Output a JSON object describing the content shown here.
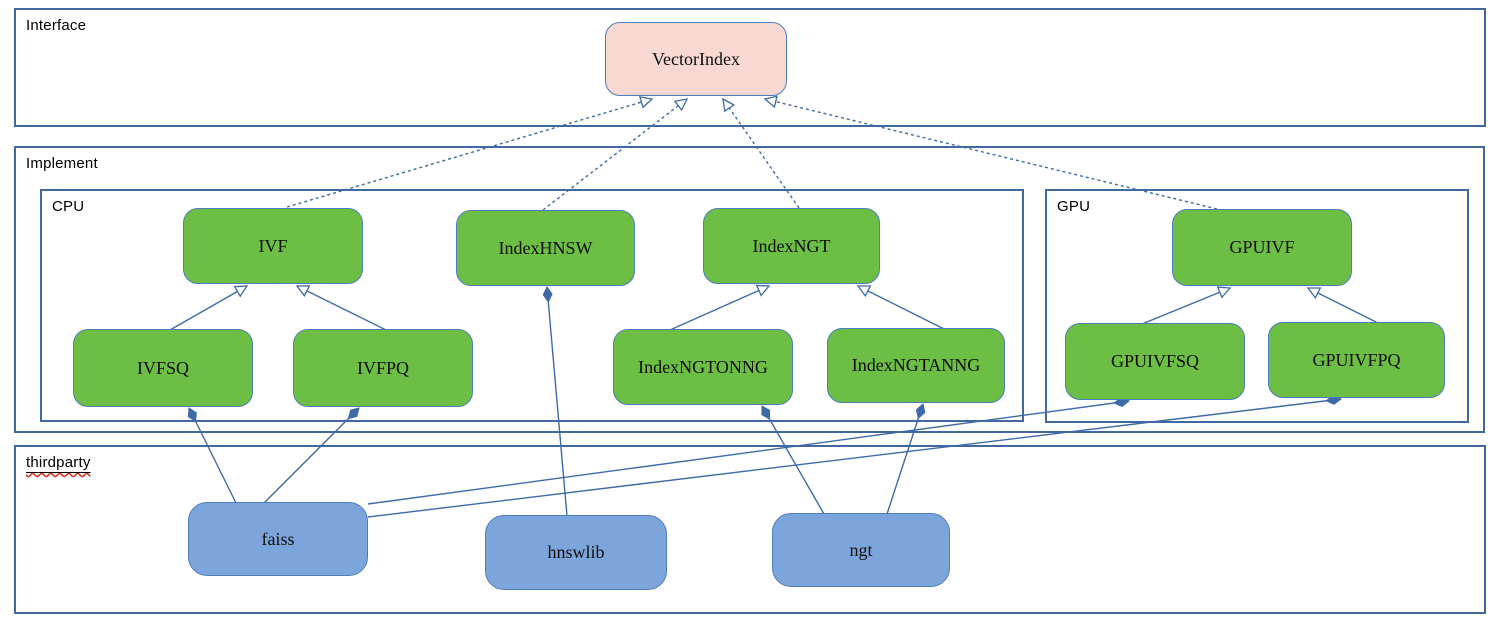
{
  "diagram": {
    "containers": {
      "interface": "Interface",
      "implement": "Implement",
      "cpu": "CPU",
      "gpu": "GPU",
      "thirdparty": "thirdparty"
    },
    "nodes": {
      "vectorindex": "VectorIndex",
      "ivf": "IVF",
      "indexhnsw": "IndexHNSW",
      "indexngt": "IndexNGT",
      "gpuivf": "GPUIVF",
      "ivfsq": "IVFSQ",
      "ivfpq": "IVFPQ",
      "indexngtonng": "IndexNGTONNG",
      "indexngtanng": "IndexNGTANNG",
      "gpuivfsq": "GPUIVFSQ",
      "gpuivfpq": "GPUIVFPQ",
      "faiss": "faiss",
      "hnswlib": "hnswlib",
      "ngt": "ngt"
    },
    "edges": [
      {
        "from": "ivf",
        "to": "vectorindex",
        "type": "realization-dashed-hollow-arrow"
      },
      {
        "from": "indexhnsw",
        "to": "vectorindex",
        "type": "realization-dashed-hollow-arrow"
      },
      {
        "from": "indexngt",
        "to": "vectorindex",
        "type": "realization-dashed-hollow-arrow"
      },
      {
        "from": "gpuivf",
        "to": "vectorindex",
        "type": "realization-dashed-hollow-arrow"
      },
      {
        "from": "ivfsq",
        "to": "ivf",
        "type": "generalization-hollow-arrow"
      },
      {
        "from": "ivfpq",
        "to": "ivf",
        "type": "generalization-hollow-arrow"
      },
      {
        "from": "indexngtonng",
        "to": "indexngt",
        "type": "generalization-hollow-arrow"
      },
      {
        "from": "indexngtanng",
        "to": "indexngt",
        "type": "generalization-hollow-arrow"
      },
      {
        "from": "gpuivfsq",
        "to": "gpuivf",
        "type": "generalization-hollow-arrow"
      },
      {
        "from": "gpuivfpq",
        "to": "gpuivf",
        "type": "generalization-hollow-arrow"
      },
      {
        "from": "ivfsq",
        "to": "faiss",
        "type": "composition-filled-diamond"
      },
      {
        "from": "ivfpq",
        "to": "faiss",
        "type": "composition-filled-diamond"
      },
      {
        "from": "indexhnsw",
        "to": "hnswlib",
        "type": "composition-filled-diamond"
      },
      {
        "from": "indexngtonng",
        "to": "ngt",
        "type": "composition-filled-diamond"
      },
      {
        "from": "indexngtanng",
        "to": "ngt",
        "type": "composition-filled-diamond"
      },
      {
        "from": "gpuivfsq",
        "to": "faiss",
        "type": "composition-filled-diamond"
      },
      {
        "from": "gpuivfpq",
        "to": "faiss",
        "type": "composition-filled-diamond"
      }
    ],
    "colors": {
      "interface_node_fill": "#f8d8d2",
      "class_node_fill": "#6cbe45",
      "thirdparty_node_fill": "#7ca5db",
      "node_border": "#4d7dbb",
      "container_border": "#41699f",
      "connector": "#3e6aa8",
      "spellcheck_underline": "#d6291c",
      "text": "#0d0d0d"
    }
  }
}
